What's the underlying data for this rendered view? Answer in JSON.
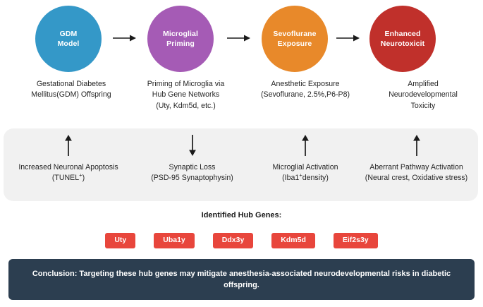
{
  "figure": {
    "type": "flow-diagram",
    "background_color": "#ffffff"
  },
  "flow": {
    "nodes": [
      {
        "id": "gdm-model",
        "label": "GDM\nModel",
        "color": "#3498c8",
        "caption": "Gestational Diabetes\nMellitus(GDM) Offspring"
      },
      {
        "id": "microglial-priming",
        "label": "Microglial\nPriming",
        "color": "#a55bb5",
        "caption": "Priming of Microglia via\nHub Gene Networks\n(Uty, Kdm5d, etc.)"
      },
      {
        "id": "sevoflurane-exposure",
        "label": "Sevoflurane\nExposure",
        "color": "#e8892a",
        "caption": "Anesthetic Exposure\n(Sevoflurane, 2.5%,P6-P8)"
      },
      {
        "id": "enhanced-neurotoxicity",
        "label": "Enhanced\nNeurotoxicit",
        "color": "#c0302b",
        "caption": "Amplified\nNeurodevelopmental\nToxicity"
      }
    ],
    "arrow_icon": "arrow-right-icon",
    "arrow_color": "#1a1a1a"
  },
  "evidence": {
    "panel_color": "#f1f1f1",
    "items": [
      {
        "id": "neuronal-apoptosis",
        "direction": "up",
        "arrow_icon": "arrow-up-icon",
        "line1": "Increased Neuronal Apoptosis",
        "line2_prefix": "(TUNEL",
        "line2_sup": "+",
        "line2_suffix": ")"
      },
      {
        "id": "synaptic-loss",
        "direction": "down",
        "arrow_icon": "arrow-down-icon",
        "line1": "Synaptic Loss",
        "line2_prefix": "(PSD-95 Synaptophysin)",
        "line2_sup": "",
        "line2_suffix": ""
      },
      {
        "id": "microglial-activation",
        "direction": "up",
        "arrow_icon": "arrow-up-icon",
        "line1": "Microglial Activation",
        "line2_prefix": "(Iba1",
        "line2_sup": "+",
        "line2_suffix": "density)"
      },
      {
        "id": "aberrant-pathway-activation",
        "direction": "up",
        "arrow_icon": "arrow-up-icon",
        "line1": "Aberrant Pathway Activation",
        "line2_prefix": "(Neural crest, Oxidative stress)",
        "line2_sup": "",
        "line2_suffix": ""
      }
    ]
  },
  "hub_genes": {
    "title": "Identified Hub Genes:",
    "badge_color": "#e8463c",
    "genes": [
      "Uty",
      "Uba1y",
      "Ddx3y",
      "Kdm5d",
      "Eif2s3y"
    ]
  },
  "conclusion": {
    "bar_color": "#2c3e50",
    "text": "Conclusion: Targeting these hub genes may mitigate anesthesia-associated neurodevelopmental risks in diabetic offspring."
  }
}
